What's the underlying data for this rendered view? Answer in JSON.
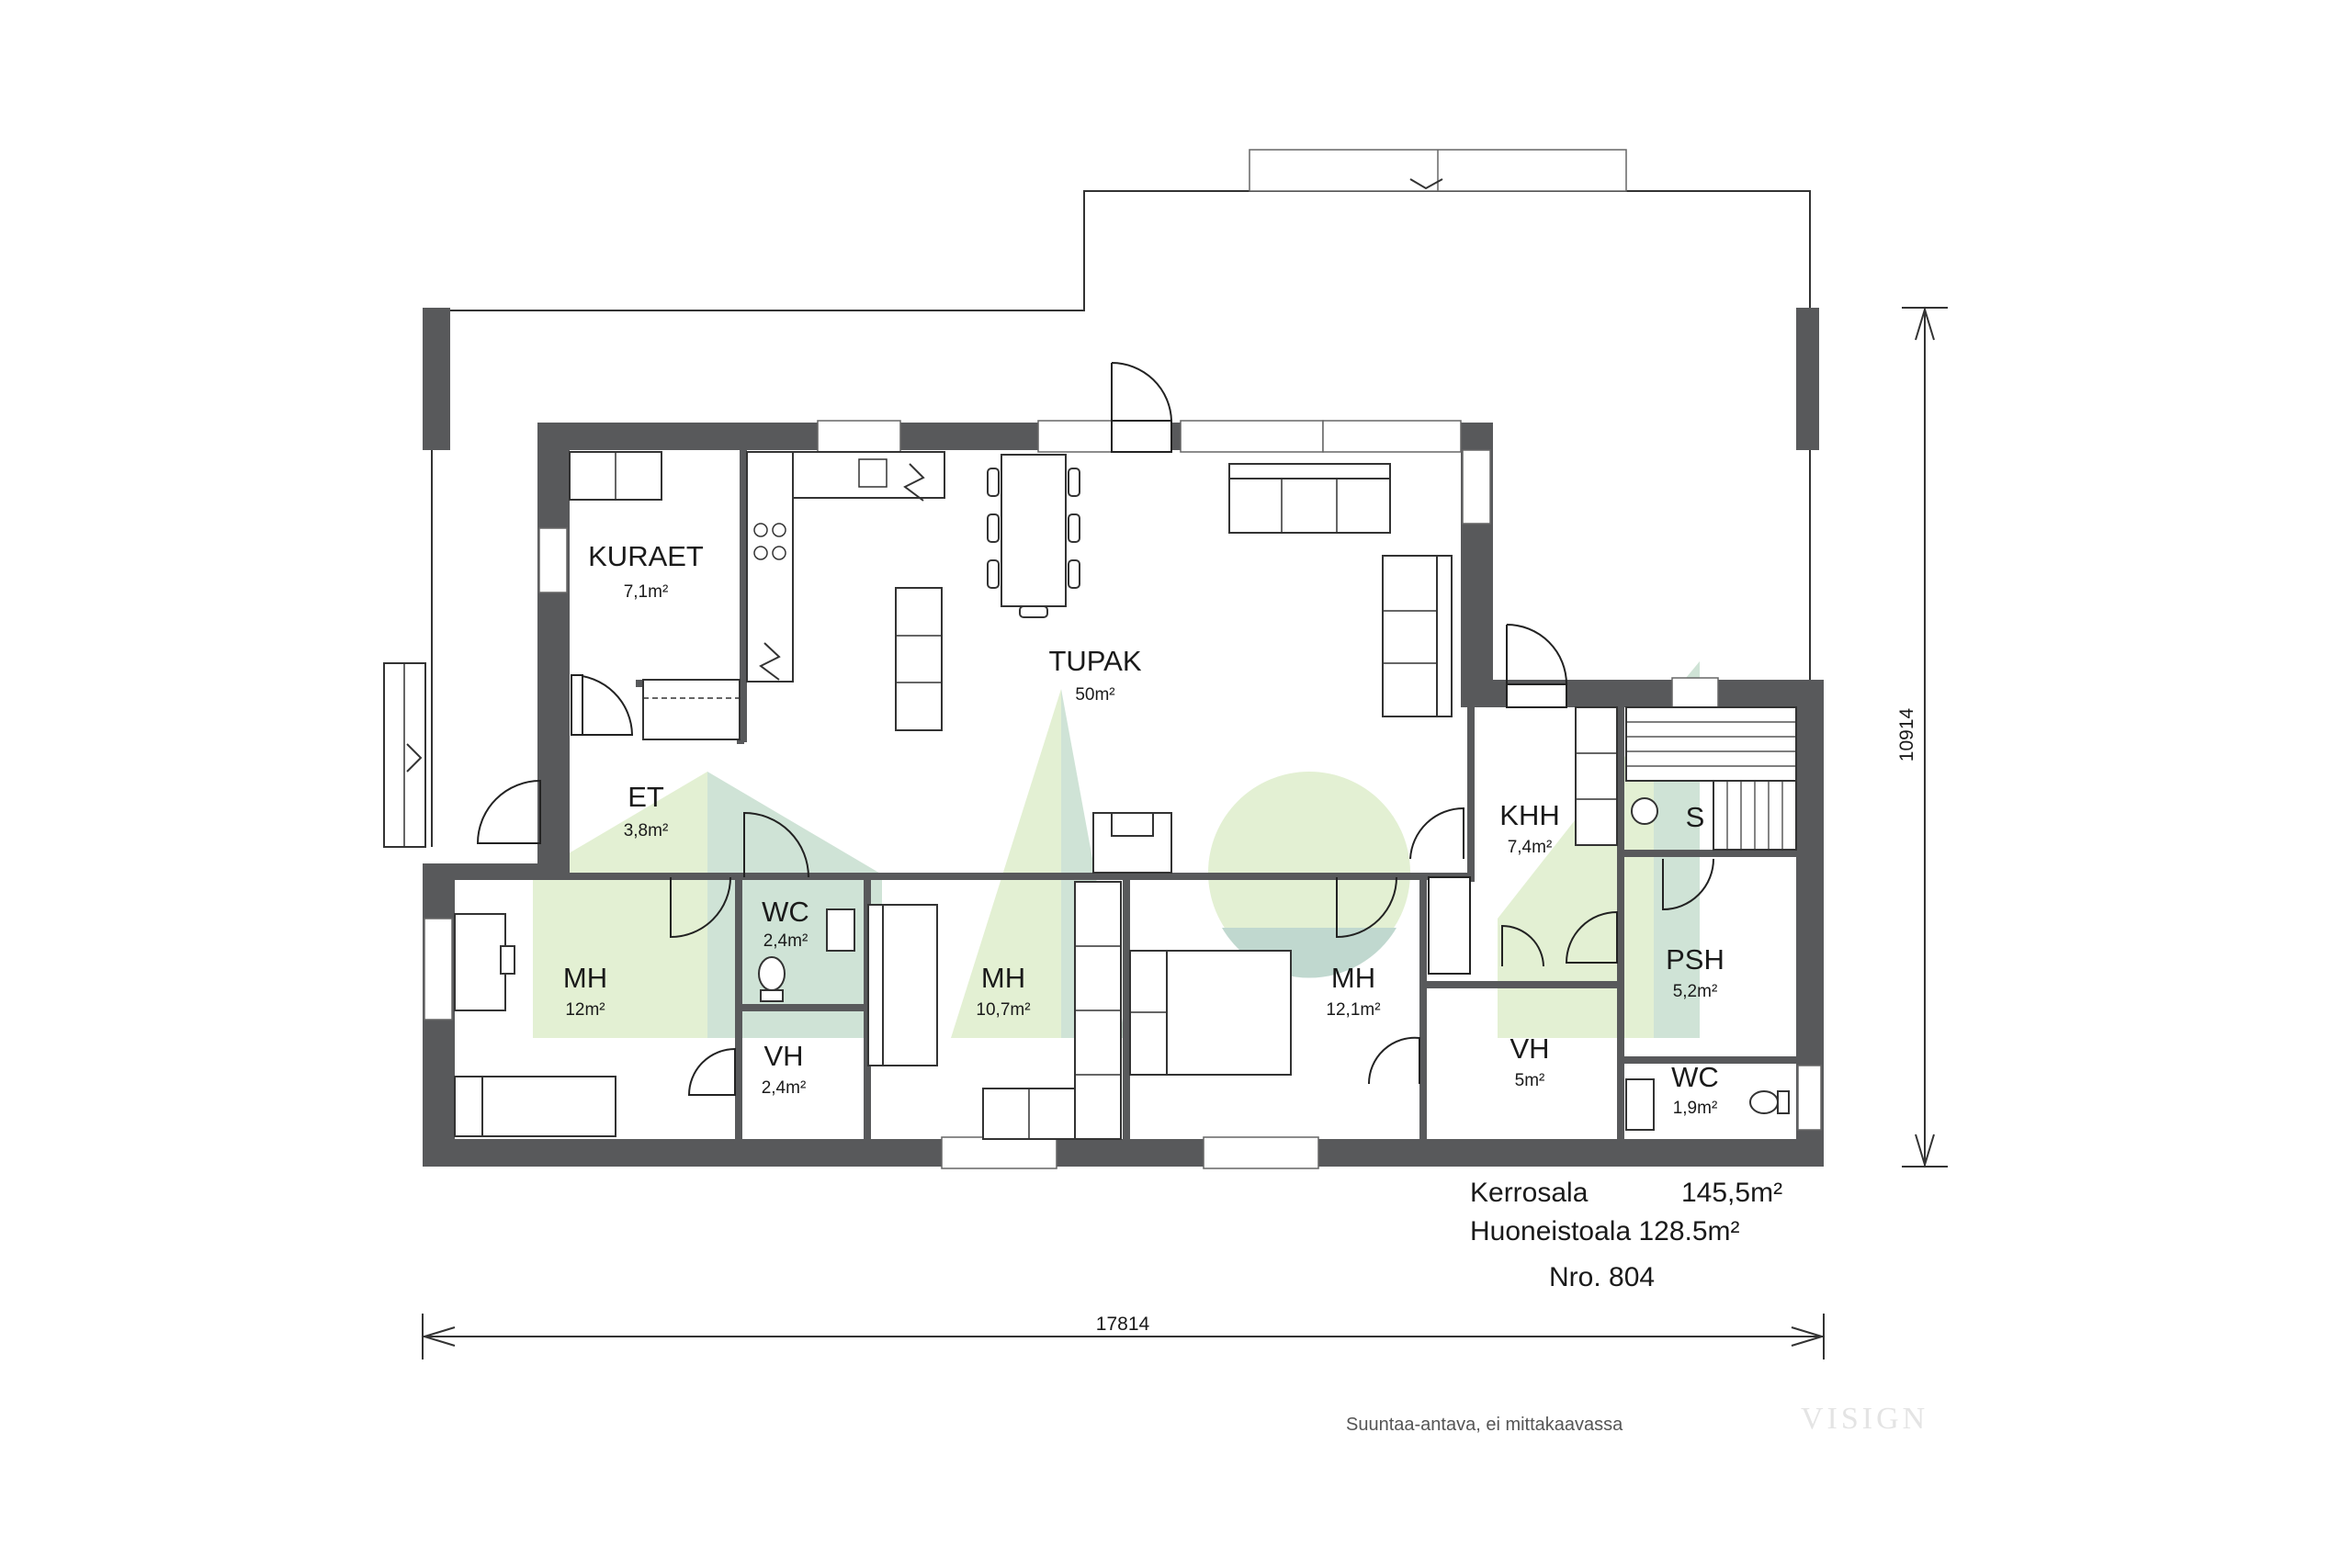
{
  "rooms": {
    "kuraet": {
      "name": "KURAET",
      "area": "7,1m²"
    },
    "tupak": {
      "name": "TUPAK",
      "area": "50m²"
    },
    "et": {
      "name": "ET",
      "area": "3,8m²"
    },
    "wc1": {
      "name": "WC",
      "area": "2,4m²"
    },
    "mh1": {
      "name": "MH",
      "area": "12m²"
    },
    "mh2": {
      "name": "MH",
      "area": "10,7m²"
    },
    "mh3": {
      "name": "MH",
      "area": "12,1m²"
    },
    "vh1": {
      "name": "VH",
      "area": "2,4m²"
    },
    "vh2": {
      "name": "VH",
      "area": "5m²"
    },
    "khh": {
      "name": "KHH",
      "area": "7,4m²"
    },
    "s": {
      "name": "S"
    },
    "psh": {
      "name": "PSH",
      "area": "5,2m²"
    },
    "wc2": {
      "name": "WC",
      "area": "1,9m²"
    }
  },
  "summary": {
    "kerrosala_label": "Kerrosala",
    "kerrosala_value": "145,5m²",
    "huoneistoala": "Huoneistoala 128.5m²",
    "number": "Nro. 804"
  },
  "dimensions": {
    "width": "17814",
    "height": "10914"
  },
  "note": "Suuntaa-antava, ei mittakaavassa",
  "watermark": "VISIGN",
  "colors": {
    "wall": "#58595b",
    "logo_light_green": "#e3f0d3",
    "logo_teal": "#c0d8cf"
  }
}
